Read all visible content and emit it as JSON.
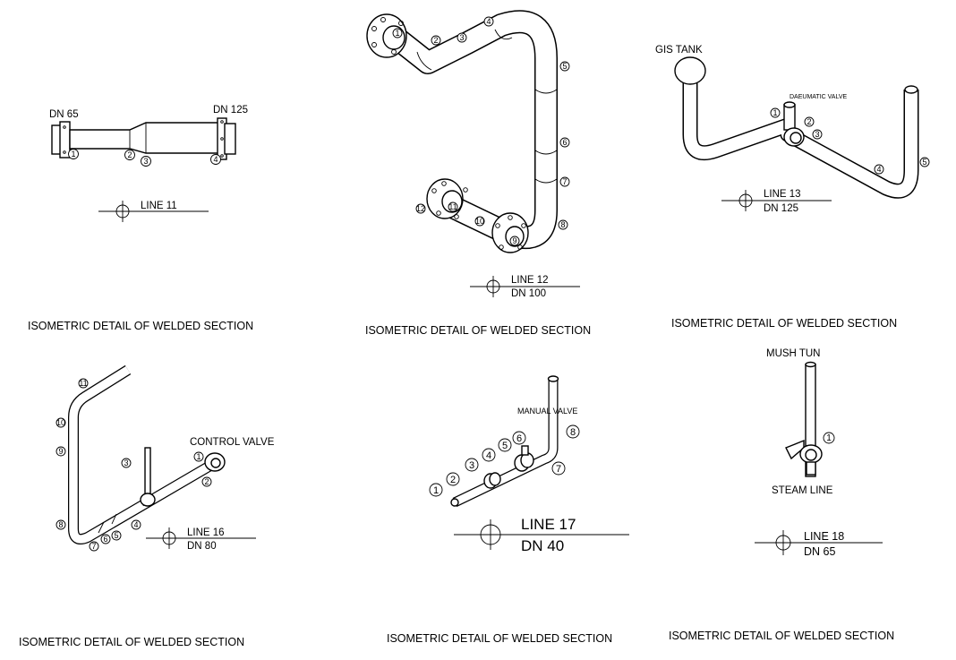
{
  "details": [
    {
      "caption": "ISOMETRIC DETAIL OF WELDED SECTION",
      "line": "LINE 11",
      "size_left": "DN 65",
      "size_right": "DN 125",
      "bubbles": [
        "1",
        "2",
        "3",
        "4"
      ]
    },
    {
      "caption": "ISOMETRIC DETAIL OF WELDED SECTION",
      "line": "LINE 12",
      "dn": "DN 100",
      "bubbles": [
        "1",
        "2",
        "3",
        "4",
        "5",
        "6",
        "7",
        "8",
        "9",
        "10",
        "11",
        "12"
      ]
    },
    {
      "caption": "ISOMETRIC DETAIL OF WELDED SECTION",
      "line": "LINE 13",
      "dn": "DN 125",
      "tank": "GIS TANK",
      "valve": "DAEUMATIC VALVE",
      "bubbles": [
        "1",
        "2",
        "3",
        "4",
        "5"
      ]
    },
    {
      "caption": "ISOMETRIC DETAIL OF WELDED SECTION",
      "line": "LINE 16",
      "dn": "DN 80",
      "valve": "CONTROL VALVE",
      "bubbles": [
        "1",
        "2",
        "3",
        "4",
        "5",
        "6",
        "7",
        "8",
        "9",
        "10",
        "11"
      ]
    },
    {
      "caption": "ISOMETRIC DETAIL OF WELDED SECTION",
      "line": "LINE 17",
      "dn": "DN 40",
      "valve": "MANUAL VALVE",
      "bubbles": [
        "1",
        "2",
        "3",
        "4",
        "5",
        "6",
        "7",
        "8"
      ]
    },
    {
      "caption": "ISOMETRIC DETAIL OF WELDED SECTION",
      "line": "LINE 18",
      "dn": "DN 65",
      "top": "MUSH TUN",
      "bottom": "STEAM LINE",
      "bubbles": [
        "1"
      ]
    }
  ]
}
